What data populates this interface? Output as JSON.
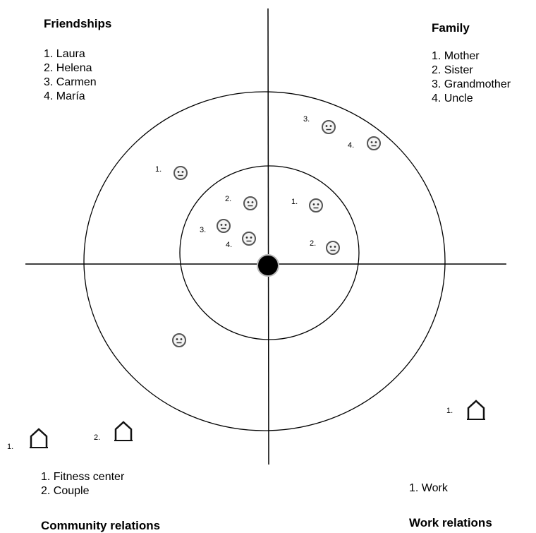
{
  "quadrants": {
    "friendships": {
      "title": "Friendships",
      "members": [
        "1. Laura",
        "2. Helena",
        "3. Carmen",
        "4. María"
      ]
    },
    "family": {
      "title": "Family",
      "members": [
        "1. Mother",
        "2. Sister",
        "3. Grandmother",
        "4. Uncle"
      ]
    },
    "community": {
      "title": "Community relations",
      "members": [
        "1. Fitness center",
        "2. Couple"
      ]
    },
    "work": {
      "title": "Work relations",
      "members": [
        "1. Work"
      ]
    }
  },
  "markers": {
    "family_outer": [
      "3.",
      "4."
    ],
    "family_inner": [
      "1.",
      "2."
    ],
    "friendships_outer": [
      "1."
    ],
    "friendships_inner": [
      "2.",
      "3.",
      "4."
    ],
    "community_houses": [
      "1.",
      "2."
    ],
    "work_houses": [
      "1."
    ]
  },
  "colors": {
    "line": "#000000",
    "face": "#555555",
    "center": "#000000"
  },
  "icons": {
    "person": "smiley-face-icon",
    "place": "house-icon",
    "self": "center-dot-icon"
  }
}
